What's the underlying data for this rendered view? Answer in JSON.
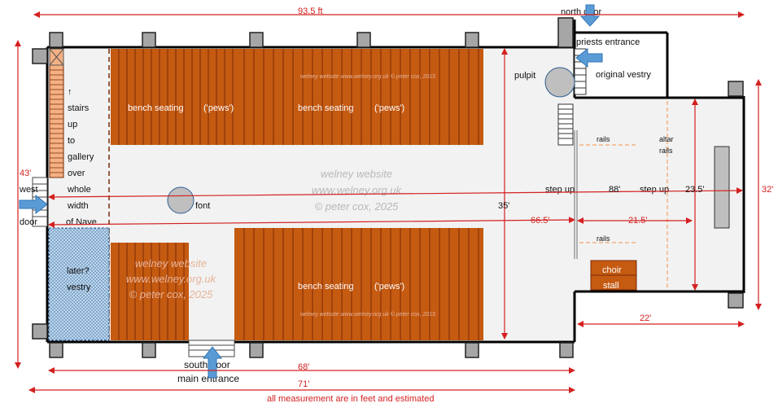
{
  "dimensions": {
    "length_top": "93.5 ft",
    "height_left": "43'",
    "height_chancel": "32'",
    "nave_inner_height": "35'",
    "chancel_inner_height": "23.5'",
    "interior_88": "88'",
    "nave_interior": "66.5'",
    "chancel_step": "21.5'",
    "chancel_east": "22'",
    "nave_bottom_68": "68'",
    "nave_bottom_71": "71'",
    "note": "all measurement are in feet and estimated"
  },
  "labels": {
    "north_door": "north door",
    "priests_entrance": "priests entrance",
    "pulpit": "pulpit",
    "original_vestry": "original vestry",
    "rails": "rails",
    "altar_rails": [
      "altar",
      "rails"
    ],
    "step_up": "step up",
    "font": "font",
    "west_door": [
      "west",
      "door"
    ],
    "stairs": [
      "↑",
      "stairs",
      "up",
      "to",
      "gallery",
      "over",
      "whole",
      "width",
      "of Nave"
    ],
    "later_vestry": [
      "later?",
      "vestry"
    ],
    "bench_seating": "bench seating",
    "pews": "('pews')",
    "choir": "choir",
    "stall": "stall",
    "south_door": "south door",
    "main_entrance": "main entrance"
  },
  "watermark": {
    "line1": "welney website",
    "line2": "www.welney.org.uk",
    "line3": "© peter cox, 2025",
    "small": "welney website    www.welney.org.uk   © peter cox, 2015"
  },
  "colors": {
    "pew": "#c55a11",
    "pew_line": "#7a2a08",
    "wall": "#000000",
    "floor": "#f2f2f2",
    "buttress": "#a6a6a6",
    "dim": "#d42020",
    "arrow": "#5b9bd5",
    "vestry": "#bdd7ee"
  },
  "icons": {
    "door_arrow": "door-arrow-icon",
    "pulpit": "pulpit-circle-icon",
    "font": "font-circle-icon"
  }
}
